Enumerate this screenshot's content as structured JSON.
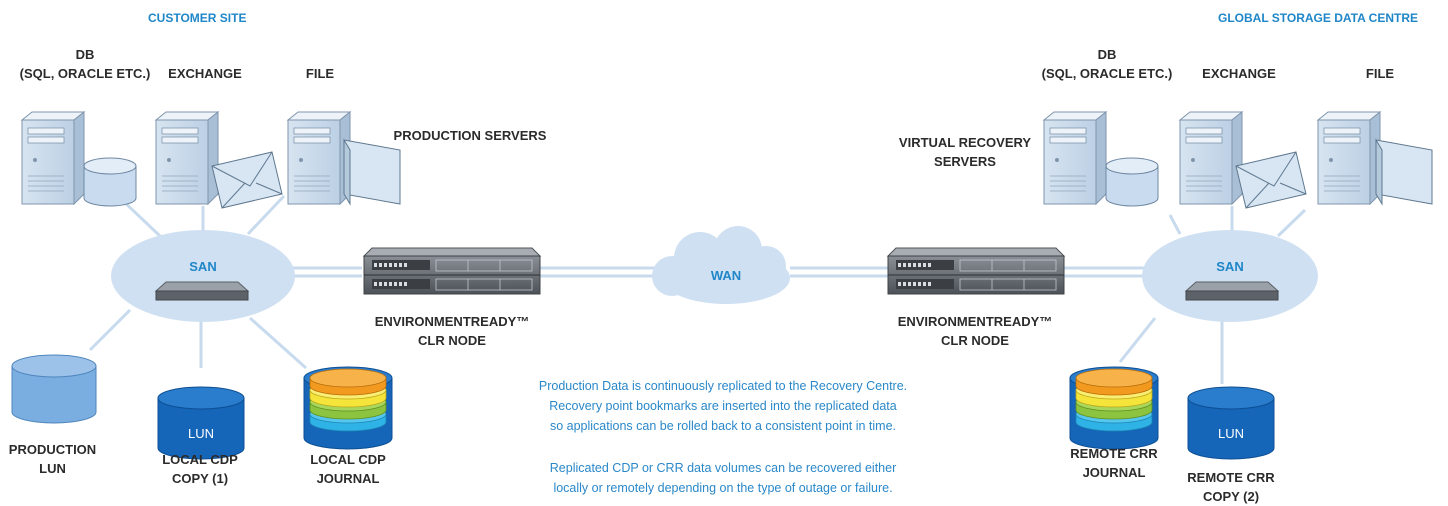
{
  "headers": {
    "customer_site": "CUSTOMER SITE",
    "datacentre": "GLOBAL STORAGE DATA CENTRE"
  },
  "left": {
    "db_label": "DB\n(SQL, ORACLE ETC.)",
    "exchange_label": "EXCHANGE",
    "file_label": "FILE",
    "servers_label": "PRODUCTION SERVERS",
    "san_label": "SAN",
    "node_label": "ENVIRONMENTREADY™\nCLR NODE",
    "production_lun_label": "PRODUCTION\nLUN",
    "lun_text": "LUN",
    "cdp_copy_label": "LOCAL CDP\nCOPY (1)",
    "cdp_journal_label": "LOCAL CDP\nJOURNAL"
  },
  "right": {
    "db_label": "DB\n(SQL, ORACLE ETC.)",
    "exchange_label": "EXCHANGE",
    "file_label": "FILE",
    "servers_label": "VIRTUAL RECOVERY\nSERVERS",
    "san_label": "SAN",
    "node_label": "ENVIRONMENTREADY™\nCLR NODE",
    "lun_text": "LUN",
    "crr_journal_label": "REMOTE CRR\nJOURNAL",
    "crr_copy_label": "REMOTE CRR\nCOPY (2)"
  },
  "wan_label": "WAN",
  "notes": {
    "paragraph1": "Production Data is continuously replicated to the Recovery Centre.\nRecovery point bookmarks are inserted into the replicated data\nso applications can be rolled back to a consistent point in time.",
    "paragraph2": "Replicated CDP or CRR data volumes can be recovered either\nlocally or remotely depending on the type of outage or failure."
  },
  "icons": {
    "server": "server-tower-icon",
    "database": "database-cylinder-icon",
    "mail": "envelope-icon",
    "file": "document-icon",
    "switch": "san-switch-icon",
    "appliance": "rack-appliance-icon",
    "cloud": "cloud-icon",
    "journal": "journal-stack-icon"
  },
  "colors": {
    "accent": "#1f86c8",
    "san_fill": "#cfe0f2",
    "link": "#c8dbee",
    "lun_dark": "#1565b8",
    "production_lun": "#7aaee0",
    "journal_orange": "#f29a1f",
    "journal_yellow": "#f5e53a",
    "journal_green": "#8cc43f",
    "journal_blue": "#2fb3e6"
  }
}
